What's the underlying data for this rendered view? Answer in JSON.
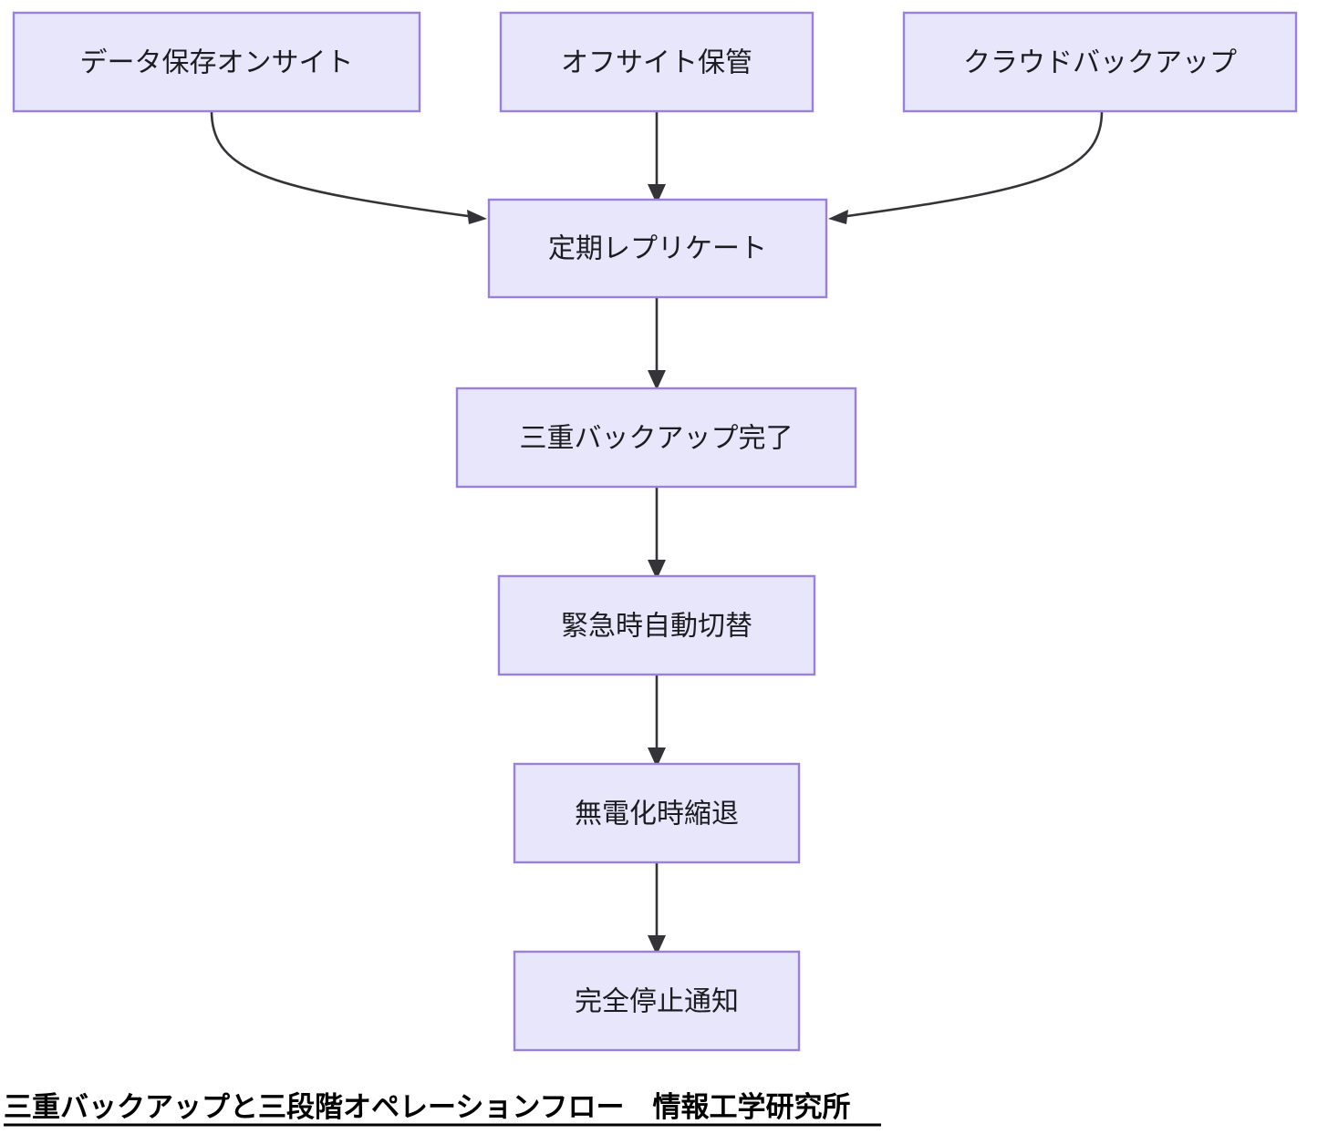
{
  "diagram": {
    "type": "flowchart",
    "direction": "top-to-bottom",
    "theme": {
      "node_fill": "#E8E6FB",
      "node_border": "#9B7FE0",
      "edge_color": "#333338",
      "text_color": "#1c1c20",
      "background": "#FFFFFF"
    },
    "nodes": [
      {
        "id": "n1",
        "label": "データ保存オンサイト"
      },
      {
        "id": "n2",
        "label": "オフサイト保管"
      },
      {
        "id": "n3",
        "label": "クラウドバックアップ"
      },
      {
        "id": "n4",
        "label": "定期レプリケート"
      },
      {
        "id": "n5",
        "label": "三重バックアップ完了"
      },
      {
        "id": "n6",
        "label": "緊急時自動切替"
      },
      {
        "id": "n7",
        "label": "無電化時縮退"
      },
      {
        "id": "n8",
        "label": "完全停止通知"
      }
    ],
    "edges": [
      {
        "from": "n1",
        "to": "n4",
        "style": "curved",
        "arrow": "end"
      },
      {
        "from": "n2",
        "to": "n4",
        "style": "straight",
        "arrow": "end"
      },
      {
        "from": "n3",
        "to": "n4",
        "style": "curved",
        "arrow": "end"
      },
      {
        "from": "n4",
        "to": "n5",
        "style": "straight",
        "arrow": "end"
      },
      {
        "from": "n5",
        "to": "n6",
        "style": "straight",
        "arrow": "end"
      },
      {
        "from": "n6",
        "to": "n7",
        "style": "straight",
        "arrow": "end"
      },
      {
        "from": "n7",
        "to": "n8",
        "style": "straight",
        "arrow": "end"
      }
    ]
  },
  "caption": {
    "text": "三重バックアップと三段階オペレーションフロー　情報工学研究所",
    "underlined": true
  }
}
